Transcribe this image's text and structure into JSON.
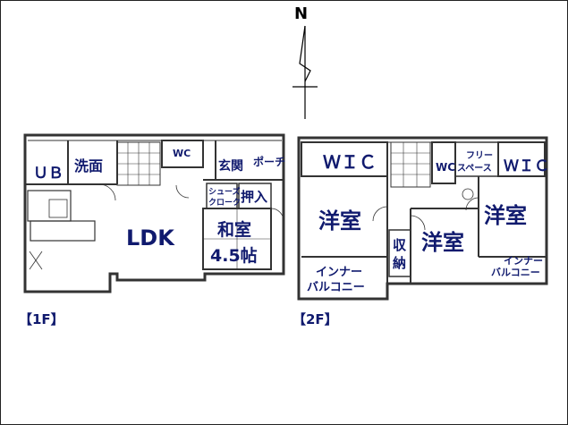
{
  "compass": {
    "label": "N"
  },
  "floors": {
    "first": {
      "tag": "【1F】",
      "rooms": {
        "ub": "ＵＢ",
        "washroom": "洗面",
        "wc": "WC",
        "entrance": "玄関",
        "porch": "ポーチ",
        "walkin_cloak_1": "シューズ",
        "walkin_cloak_2": "クローク",
        "closet": "押入",
        "ldk": "LDK",
        "japanese_room": "和室",
        "japanese_size": "4.5帖"
      }
    },
    "second": {
      "tag": "【2F】",
      "rooms": {
        "wic_left": "ＷＩＣ",
        "wc": "WC",
        "free_space_1": "フリー",
        "free_space_2": "スペース",
        "wic_right": "ＷＩＣ",
        "western_left": "洋室",
        "western_center": "洋室",
        "western_right": "洋室",
        "storage_1": "収",
        "storage_2": "納",
        "inner_balcony_left_1": "インナー",
        "inner_balcony_left_2": "バルコニー",
        "inner_balcony_right_1": "インナー",
        "inner_balcony_right_2": "バルコニー"
      }
    }
  }
}
